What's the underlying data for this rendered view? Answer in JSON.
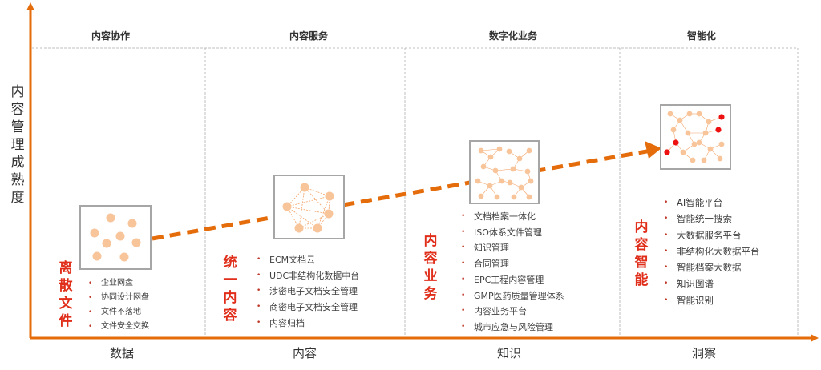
{
  "axes": {
    "y_title": "内容管理成熟度",
    "x_labels": [
      "数据",
      "内容",
      "知识",
      "洞察"
    ],
    "colors": {
      "axis": "#e46c0a",
      "arrow": "#e46c0a",
      "node": "#f8c49a",
      "node_line": "#f3a46a",
      "highlight": "#ee1111",
      "box_border": "#a6a6a6",
      "grid": "#bfbfbf",
      "stage_title": "#e02e1a"
    }
  },
  "columns": [
    {
      "header": "内容协作",
      "stage_title": "离散文件",
      "network_icon": "scattered-dots",
      "items": [
        "企业网盘",
        "协同设计网盘",
        "文件不落地",
        "文件安全交换"
      ]
    },
    {
      "header": "内容服务",
      "stage_title": "统一内容",
      "network_icon": "connected-mesh",
      "items": [
        "ECM文档云",
        "UDC非结构化数据中台",
        "涉密电子文档安全管理",
        "商密电子文档安全管理",
        "内容归档"
      ]
    },
    {
      "header": "数字化业务",
      "stage_title": "内容业务",
      "network_icon": "clustered-network",
      "items": [
        "文档档案一体化",
        "ISO体系文件管理",
        "知识管理",
        "合同管理",
        "EPC工程内容管理",
        "GMP医药质量管理体系",
        "内容业务平台",
        "城市应急与风险管理"
      ]
    },
    {
      "header": "智能化",
      "stage_title": "内容智能",
      "network_icon": "intelligent-network",
      "items": [
        "AI智能平台",
        "智能统一搜索",
        "大数据服务平台",
        "非结构化大数据平台",
        "智能档案大数据",
        "知识图谱",
        "智能识别"
      ]
    }
  ]
}
